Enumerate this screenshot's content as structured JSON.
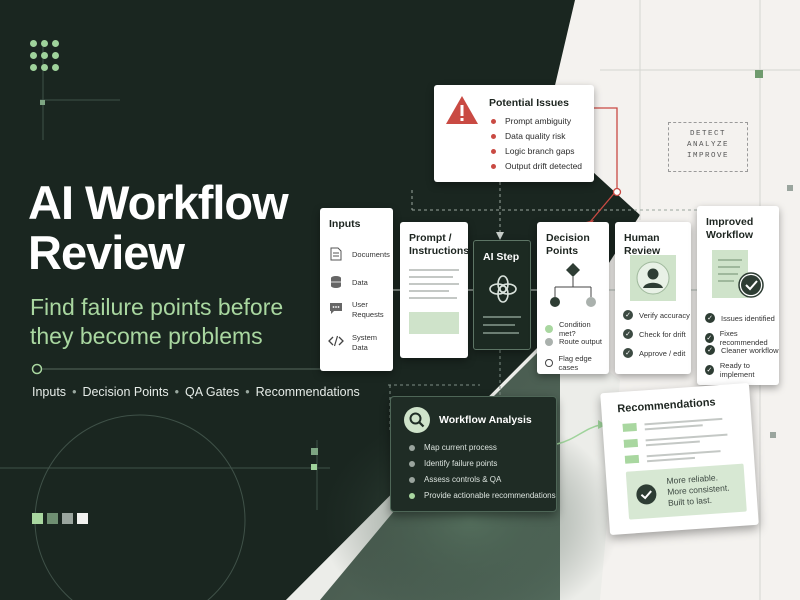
{
  "hero": {
    "title_line1": "AI Workflow",
    "title_line2": "Review",
    "subtitle_line1": "Find failure points before",
    "subtitle_line2": "they become problems",
    "tags": [
      "Inputs",
      "Decision Points",
      "QA Gates",
      "Recommendations"
    ],
    "tag_separator": "•"
  },
  "colors": {
    "dark_bg": "#1a2620",
    "accent_green": "#a9d7a0",
    "alert_red": "#c94a43",
    "light_bg": "#f4f2ef",
    "swatches": [
      "#a9d7a0",
      "#6f8f72",
      "#9aa59e",
      "#f1f1ef"
    ]
  },
  "potential_issues": {
    "title": "Potential Issues",
    "icon": "warning-icon",
    "items": [
      "Prompt ambiguity",
      "Data quality risk",
      "Logic branch gaps",
      "Output drift detected"
    ]
  },
  "watermark": {
    "lines": [
      "DETECT",
      "ANALYZE",
      "IMPROVE"
    ]
  },
  "inputs": {
    "title": "Inputs",
    "items": [
      {
        "label": "Documents",
        "icon": "document-icon"
      },
      {
        "label": "Data",
        "icon": "database-icon"
      },
      {
        "label": "User Requests",
        "icon": "chat-icon"
      },
      {
        "label": "System Data",
        "icon": "code-icon"
      }
    ]
  },
  "prompt": {
    "title_line1": "Prompt /",
    "title_line2": "Instructions"
  },
  "ai_step": {
    "title": "AI Step",
    "icon": "ai-knot-icon"
  },
  "decision": {
    "title_line1": "Decision",
    "title_line2": "Points",
    "items": [
      "Condition met?",
      "Route output",
      "Flag edge cases"
    ]
  },
  "human_review": {
    "title": "Human Review",
    "items": [
      "Verify accuracy",
      "Check for drift",
      "Approve / edit"
    ]
  },
  "improved": {
    "title_line1": "Improved",
    "title_line2": "Workflow",
    "items": [
      "Issues identified",
      "Fixes recommended",
      "Cleaner workflow",
      "Ready to implement"
    ]
  },
  "analysis": {
    "title": "Workflow Analysis",
    "items": [
      "Map current process",
      "Identify failure points",
      "Assess controls & QA",
      "Provide actionable recommendations"
    ]
  },
  "recommendations": {
    "title": "Recommendations",
    "summary_line1": "More reliable.",
    "summary_line2": "More consistent.",
    "summary_line3": "Built to last."
  }
}
